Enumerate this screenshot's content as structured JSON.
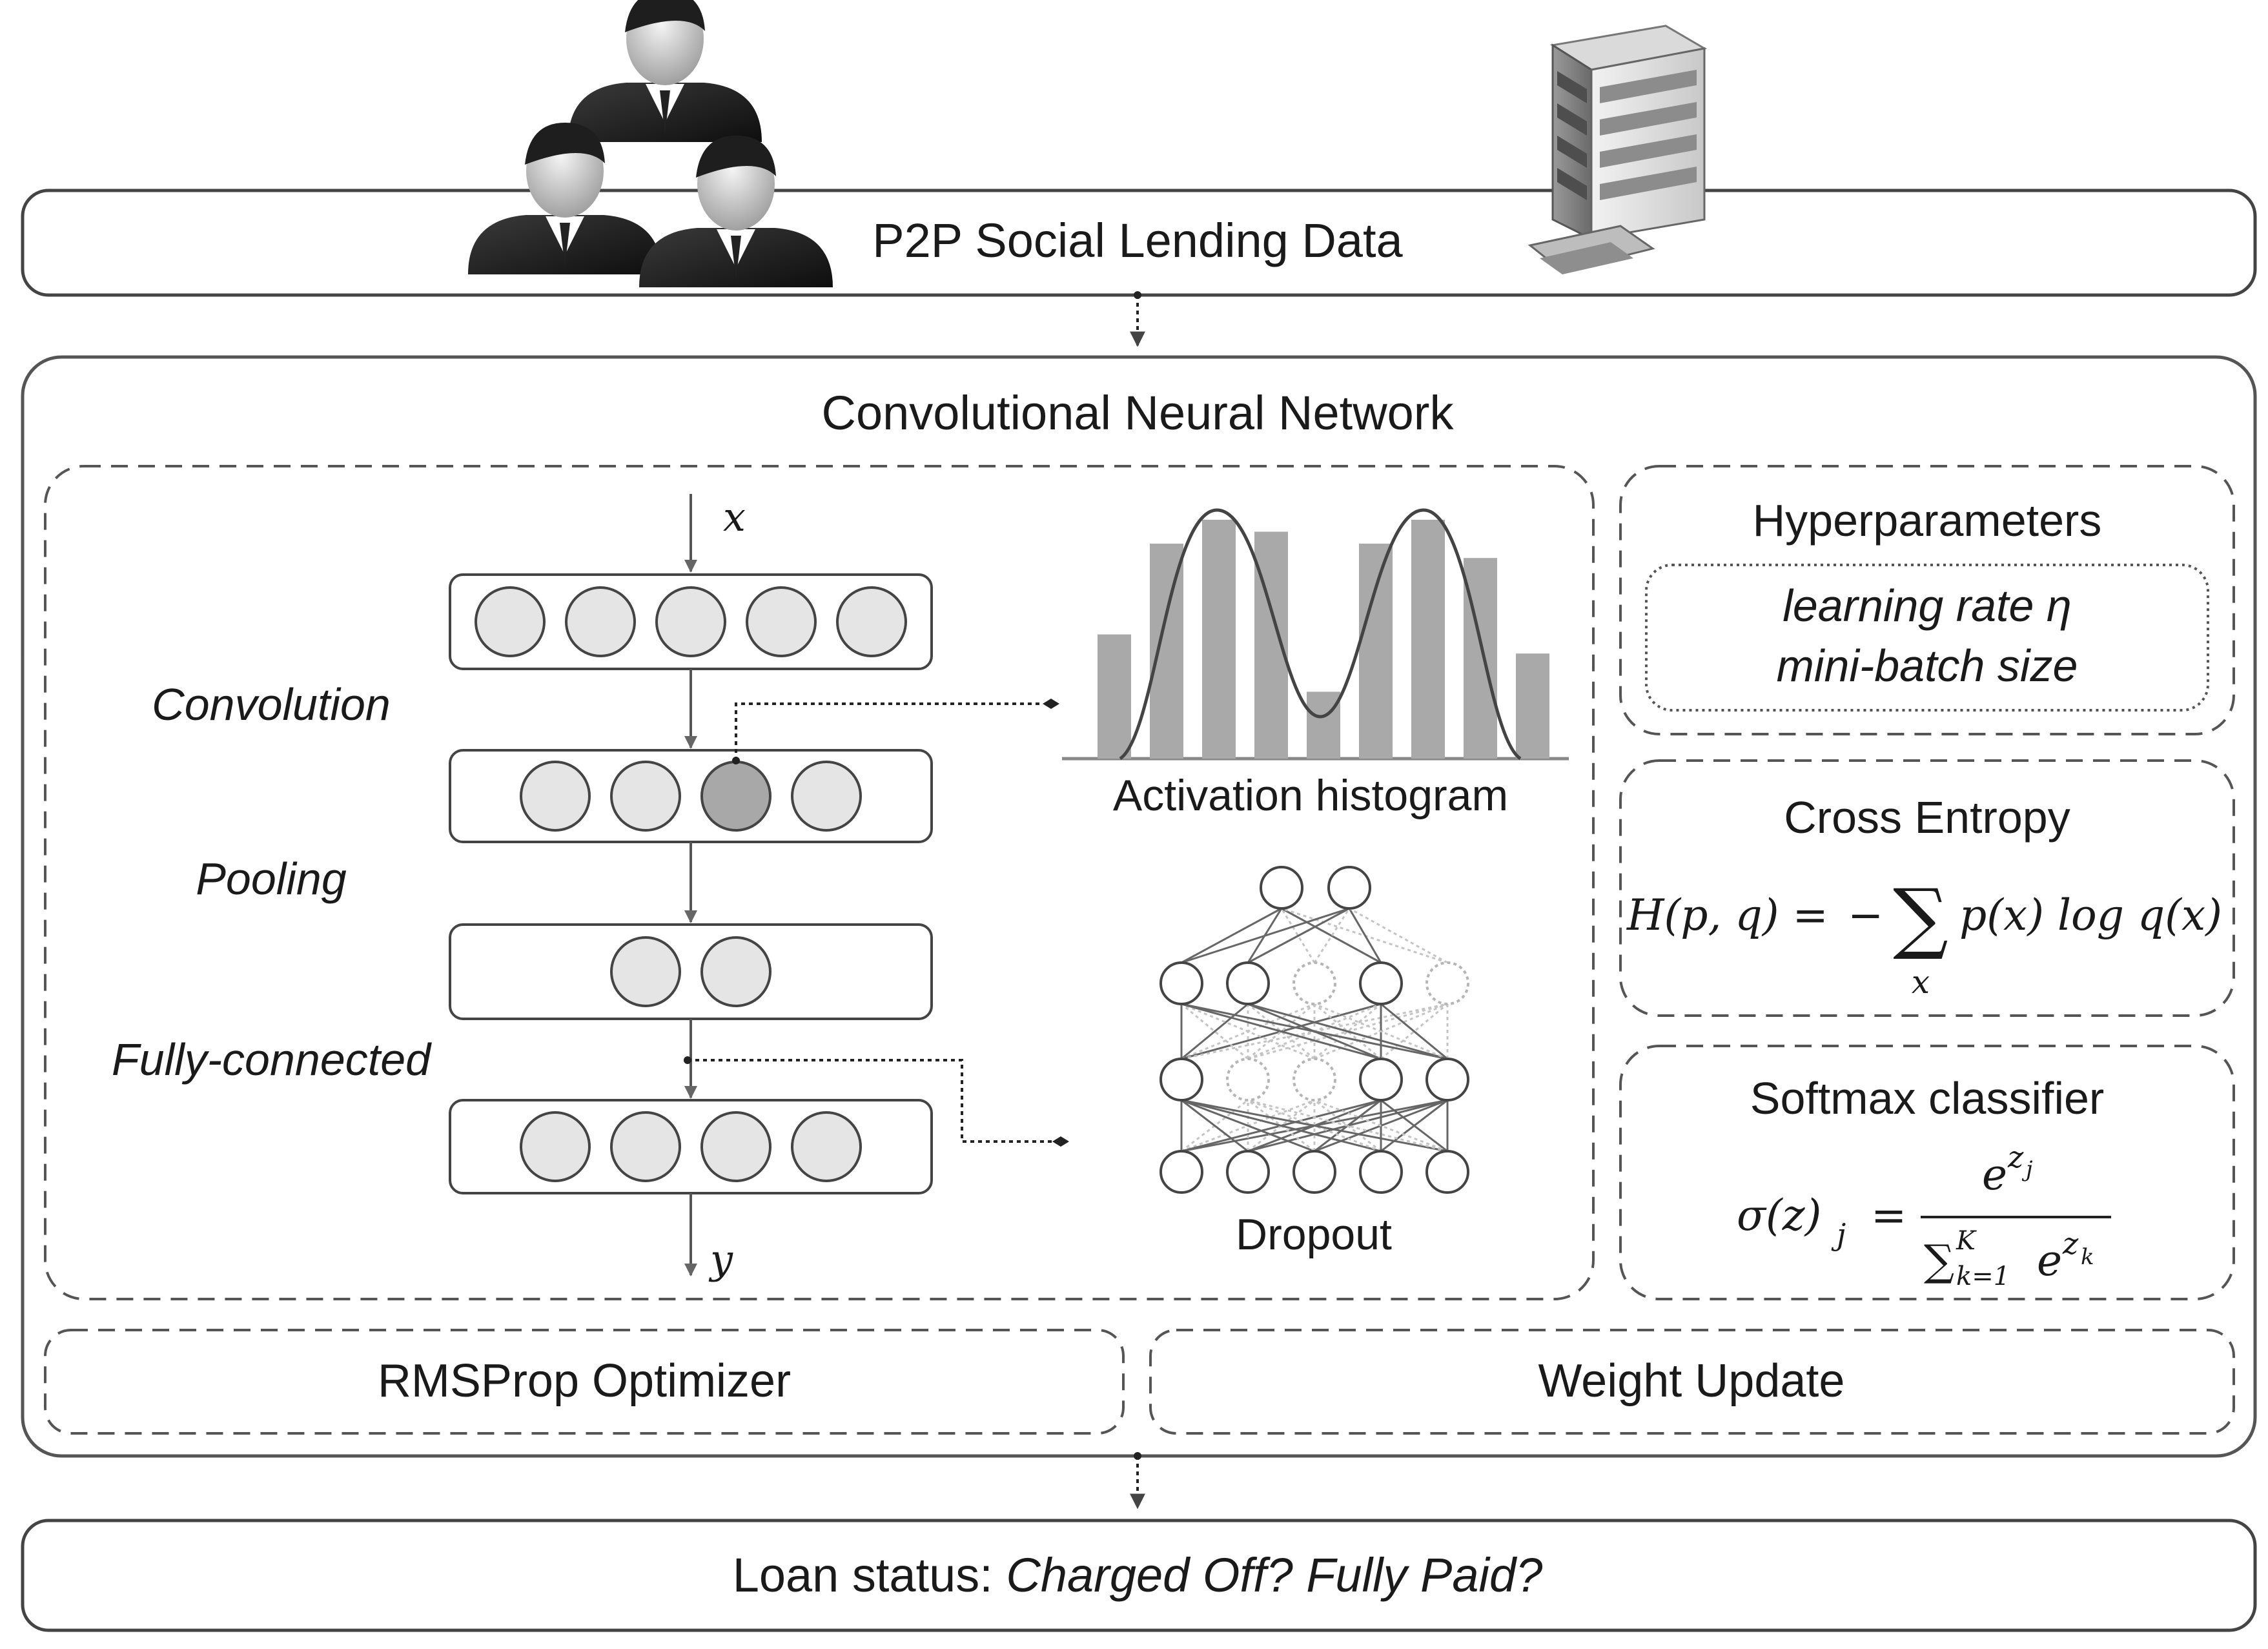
{
  "top_bar": {
    "title": "P2P Social Lending Data"
  },
  "cnn": {
    "title": "Convolutional Neural Network",
    "input_label": "x",
    "output_label": "y",
    "stages": {
      "convolution": "Convolution",
      "pooling": "Pooling",
      "fully_connected": "Fully-connected"
    },
    "histogram": {
      "label": "Activation histogram",
      "bars": [
        0.52,
        0.9,
        1.0,
        0.95,
        0.28,
        0.9,
        1.0,
        0.84,
        0.44
      ]
    },
    "dropout": {
      "label": "Dropout"
    }
  },
  "hyperparameters": {
    "title": "Hyperparameters",
    "line1": "learning rate η",
    "line2": "mini-batch size"
  },
  "cross_entropy": {
    "title": "Cross Entropy",
    "lhs": "H(p, q) =",
    "minus": "−",
    "sum": "∑",
    "sum_index": "x",
    "rhs": "p(x) log q(x)"
  },
  "softmax": {
    "title": "Softmax classifier",
    "lhs": "σ(z)",
    "lhs_sub": "j",
    "eq": "=",
    "num_base": "e",
    "num_exp": "z",
    "num_exp_sub": "j",
    "den_sum": "∑",
    "den_upper": "K",
    "den_lower": "k=1",
    "den_base": "e",
    "den_exp": "z",
    "den_exp_sub": "k"
  },
  "optimizer": {
    "label": "RMSProp Optimizer"
  },
  "weight_update": {
    "label": "Weight Update"
  },
  "output_bar": {
    "prefix": "Loan status: ",
    "status_options": "Charged Off? Fully Paid?"
  }
}
